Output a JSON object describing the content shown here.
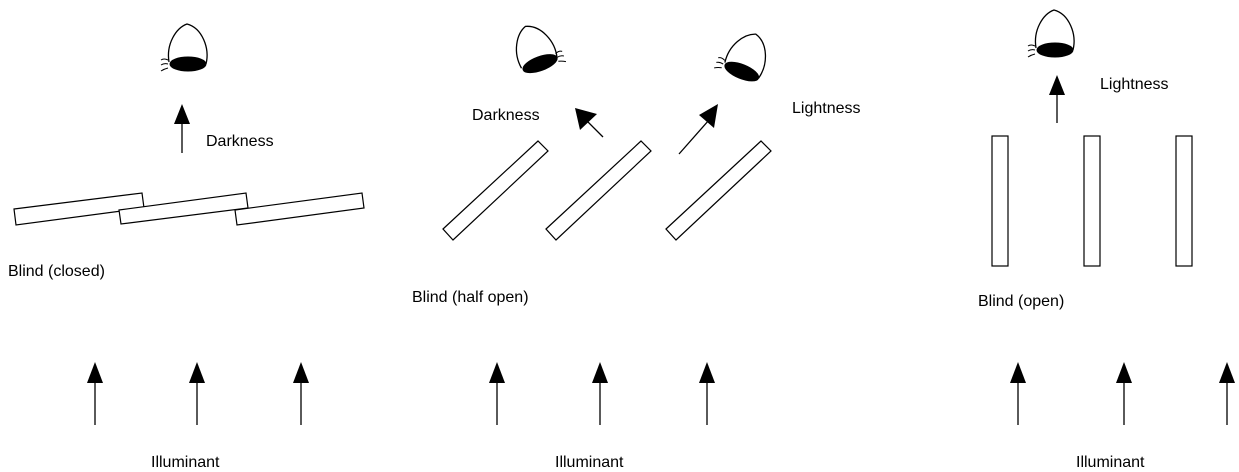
{
  "panels": [
    {
      "id": "closed",
      "blind_label": "Blind (closed)",
      "view_label": "Darkness",
      "illuminant_label": "Illuminant"
    },
    {
      "id": "half-open",
      "blind_label": "Blind (half open)",
      "view_label_left": "Darkness",
      "view_label_right": "Lightness",
      "illuminant_label": "Illuminant"
    },
    {
      "id": "open",
      "blind_label": "Blind (open)",
      "view_label": "Lightness",
      "illuminant_label": "Illuminant"
    }
  ]
}
